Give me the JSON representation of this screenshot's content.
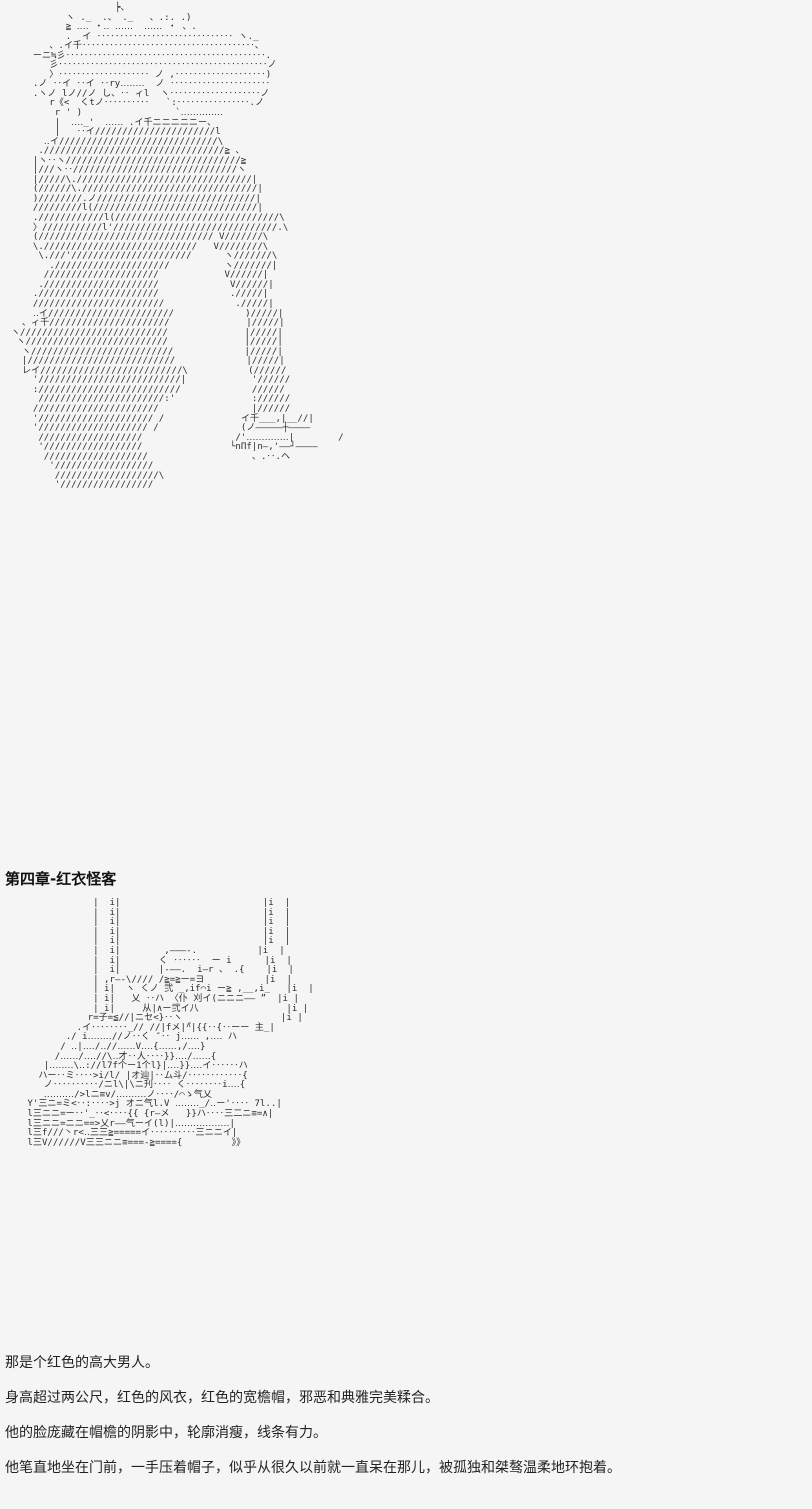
{
  "page": {
    "background_color": "#f5f5f5",
    "text_color": "#222222",
    "art_color": "#2b2b2b"
  },
  "chapter": {
    "heading": "第四章-红衣怪客"
  },
  "art": {
    "figure_1": {
      "name": "seated-figure-ascii-art",
      "lines": "                     ┝、\n            ヽ ._  .、 ._   、.:. .)\n            ≧ ‥‥ ・‥ ‥‥‥  ‥‥‥ ・ 、.\n            .  イ ‥‥‥‥‥‥‥‥‥‥‥‥‥‥‥ ヽ._\n         、.イ千‥‥‥‥‥‥‥‥‥‥‥‥‥‥‥‥‥‥‥、\n      ーニ≒彡‥‥‥‥‥‥‥‥‥‥‥‥‥‥‥‥‥‥‥‥‥‥.\n         彡‥‥‥‥‥‥‥‥‥‥‥‥‥‥‥‥‥‥‥‥‥‥‥ノ\n         〉‥‥‥‥‥‥‥‥‥‥ ノ ,‥‥‥‥‥‥‥‥‥‥)\n      .ノ ‥イ ‥イ ‥ry‥‥‥‥  ノ ‥‥‥‥‥‥‥‥‥‥‥\n      .ヽノ lノ//ノ し、‥ ィl  ヽ‥‥‥‥‥‥‥‥‥‥ノ\n         r《<  くtノ‥‥‥‥‥   `:‥‥‥‥‥‥‥‥.ノ\n          r ' )                 `‥‥‥‥‥‥‥\n          |  ‥‥_'  ‥‥‥ .イ千ニニニニニー、\n          |   ‥イ//////////////////////l\n        ‥イ/////////////////////////////\\\n       ./////////////////////////////////≧ 、\n      |ヽ‥ヽ////////////////////////////////≧\n      |///ヽ‥//////////////////////////////ヽ\n      |/////\\.////////////////////////////////|\n      (//////\\.////////////////////////////////|\n      )////////.ノ/////////////////////////////|\n      /////////l(//////////////////////////////|\n      .////////////l(//////////////////////////////\\\n      〉///////////l'//////////////////////////////.\\\n      (//////////////////////////////// V///////\\\n      \\.////////////////////////////   V////////\\\n       \\.///'//////////////////////      ヽ///////\\\n         ./////////////////////          ヽ///////|\n        /////////////////////            V//////|\n       ./////////////////////             V//////|\n      .//////////////////////             ./////|\n      ////////////////////////             ./////|\n      ‥イ///////////////////////             )/////|\n    、ィ千//////////////////////              |/////|\n  ヽ///////////////////////////              |/////|\n   ヽ//////////////////////////              |/////|\n    ヽ//////////////////////////             |/////|\n    |///////////////////////////             |/////|\n    レイ//////////////////////////\\           (//////\n      '//////////////////////////|            '//////\n      ://////////////////////////             //////\n       ///////////////////////:'              ://////\n      ///////////////////////                 |//////\n      '///////////////////// /              イ千___,|__//|\n      '//////////////////// /               (ノ―――――┼――――\n       ///////////////////                 /'‥‥‥‥‥‥‥|        /\n       '//////////////////                └nΠf|n―,'――┘――――\n        ///////////////////                   、.‥.ヘ\n         '//////////////////\n          ///////////////////\\\n          '/////////////////"
    },
    "figure_2": {
      "name": "red-coated-man-ascii-art",
      "lines": "                 |  i|                          |i  |\n                 |  i|                          |i  |\n                 |  i|                          |i  |\n                 |  i|                          |i  |\n                 |  i|                          |i  |\n                 |  i|        ,―――‐.           |i  |\n                 |  i|       く ‥‥‥  ー i      |i  |\n                 |  i|       |-――.  i―r 、 .{    |i  |\n                 | ,r―‐\\//// /≧=≧ー=ヨ           |i  |\n                 | i|  ヽ くノ 弐 _,if⌒i ー≧ ,__,i_   |i  |\n                 | i|   乂 ‥ハ 〈仆 刈イ(ニニニ―― ”  |i |\n                 | i|     从|∧ー弐イ八                |i |\n                r=子=≦//|ニセ<}‥ヽ                  |i |\n              .イ‥‥‥‥_// //|fメ|^゙|{{‥{‥ーー 主_|\n            ./ i‥‥‥‥//ノ‥く ″‥ j‥‥‥ ,‥‥ ハ\n           / ‥|‥‥/‥//‥‥‥V‥‥{‥‥‥,/‥‥}\n          /‥‥‥/‥‥//\\‥才‥人‥‥}}‥‥/‥‥‥{\n        |‥‥‥‥\\‥://l7f个ー1个l}|‥‥}}‥‥イ‥‥‥ハ\n       ハー‥ミ‥‥>i/l/ |オ辿|‥ム斗/‥‥‥‥‥‥{\n        ノ‥‥‥‥‥/ニl\\|\\ニ刋‥‥ く‥‥‥‥i‥‥{\n        ‥‥‥‥‥/>lニ≡v/‥‥‥‥‥ノ‥‥/⌒ゝ气乂\n     Y'三ニ=ミ<‥:‥‥>j オニ气l.V ‥‥‥‥_/‥ー'‥‥ 7l..|\n     l三ニニ=ー‥'_‥<‥‥{{ {r―メ   }}ハ‥‥三二ニ≡=∧|\n     l三ニニ=ニニ==>乂r――气ーイ(l)|‥‥‥‥‥‥‥‥‥|\n     l三f///丶r<‥三三≧=====イ‥‥‥‥‥三ニニイ|\n     l三V//////V三三ニニ≡===-≧===={         》》"
    }
  },
  "narrative": {
    "paragraphs": [
      "那是个红色的高大男人。",
      "身高超过两公尺，红色的风衣，红色的宽檐帽，邪恶和典雅完美糅合。",
      "他的脸庞藏在帽檐的阴影中，轮廓消瘦，线条有力。",
      "他笔直地坐在门前，一手压着帽子，似乎从很久以前就一直呆在那儿，被孤独和桀骜温柔地环抱着。"
    ]
  }
}
